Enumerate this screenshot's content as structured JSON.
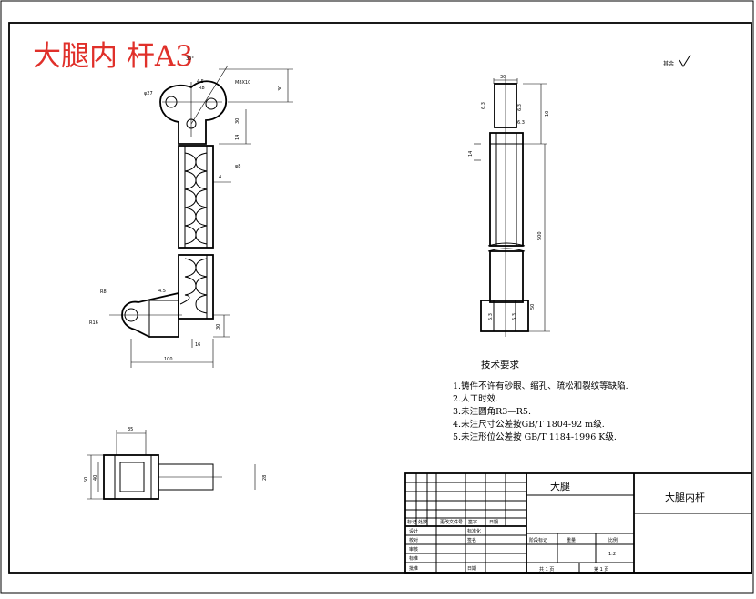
{
  "title": {
    "text": "大腿内 杆A3",
    "color": "#e0302a"
  },
  "roughness_note": "其余",
  "front_view": {
    "dims": [
      "30°",
      "4.5",
      "R8",
      "M8X10",
      "30",
      "φ27",
      "30",
      "14",
      "φ8",
      "4",
      "4.5",
      "100",
      "R8",
      "R16",
      "16",
      "30"
    ]
  },
  "side_view": {
    "dims": [
      "30",
      "6.3",
      "6.3",
      "6.3",
      "10",
      "14",
      "6.3",
      "6.3",
      "500",
      "50"
    ]
  },
  "bottom_view": {
    "dims": [
      "35",
      "50",
      "40",
      "28"
    ]
  },
  "tech_requirements": {
    "heading": "技术要求",
    "items": [
      "1.铸件不许有砂眼、缩孔、疏松和裂纹等缺陷.",
      "2.人工时效.",
      "3.未注圆角R3—R5.",
      "4.未注尺寸公差按GB/T 1804-92 m级.",
      "5.未注形位公差按 GB/T 1184-1996 K级."
    ]
  },
  "title_block": {
    "assembly_name": "大腿",
    "part_name": "大腿内杆",
    "header_row": [
      "标记",
      "处数",
      "更改文件号",
      "签字",
      "日期"
    ],
    "left_labels": [
      "设计",
      "校对",
      "审核",
      "标准",
      "批准"
    ],
    "mid_labels": [
      "标准化",
      "签名",
      "日期"
    ],
    "stage_label": "阶段标记",
    "weight_label": "重量",
    "scale_label": "比例",
    "scale_value": "1:2",
    "sheets_total": "共 1 页",
    "sheet_number": "第 1 页"
  }
}
